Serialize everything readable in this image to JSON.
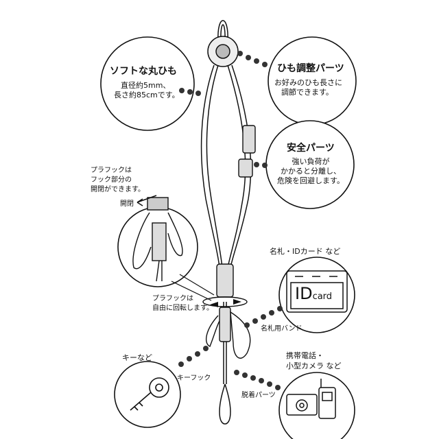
{
  "callouts": {
    "soft_cord": {
      "title": "ソフトな丸ひも",
      "lines": [
        "直径約5mm、",
        "長さ約85cmです。"
      ]
    },
    "adjuster": {
      "title": "ひも調整パーツ",
      "lines": [
        "お好みのひも長さに",
        "調節できます。"
      ]
    },
    "safety": {
      "title": "安全パーツ",
      "lines": [
        "強い負荷が",
        "かかると分離し、",
        "危険を回避します。"
      ]
    },
    "hook_open": {
      "lines": [
        "プラフックは",
        "フック部分の",
        "開閉ができます。"
      ],
      "arrow_label": "開閉"
    },
    "hook_rotate": {
      "lines": [
        "プラフックは",
        "自由に回転します。"
      ]
    },
    "id_card": {
      "title": "名札・IDカード など",
      "card_text_big": "ID",
      "card_text_small": "card",
      "band_label": "名札用バンド"
    },
    "phone_camera": {
      "lines": [
        "携帯電話・",
        "小型カメラ など"
      ],
      "part_label": "脱着パーツ"
    },
    "key": {
      "title": "キーなど",
      "hook_label": "キーフック"
    }
  }
}
